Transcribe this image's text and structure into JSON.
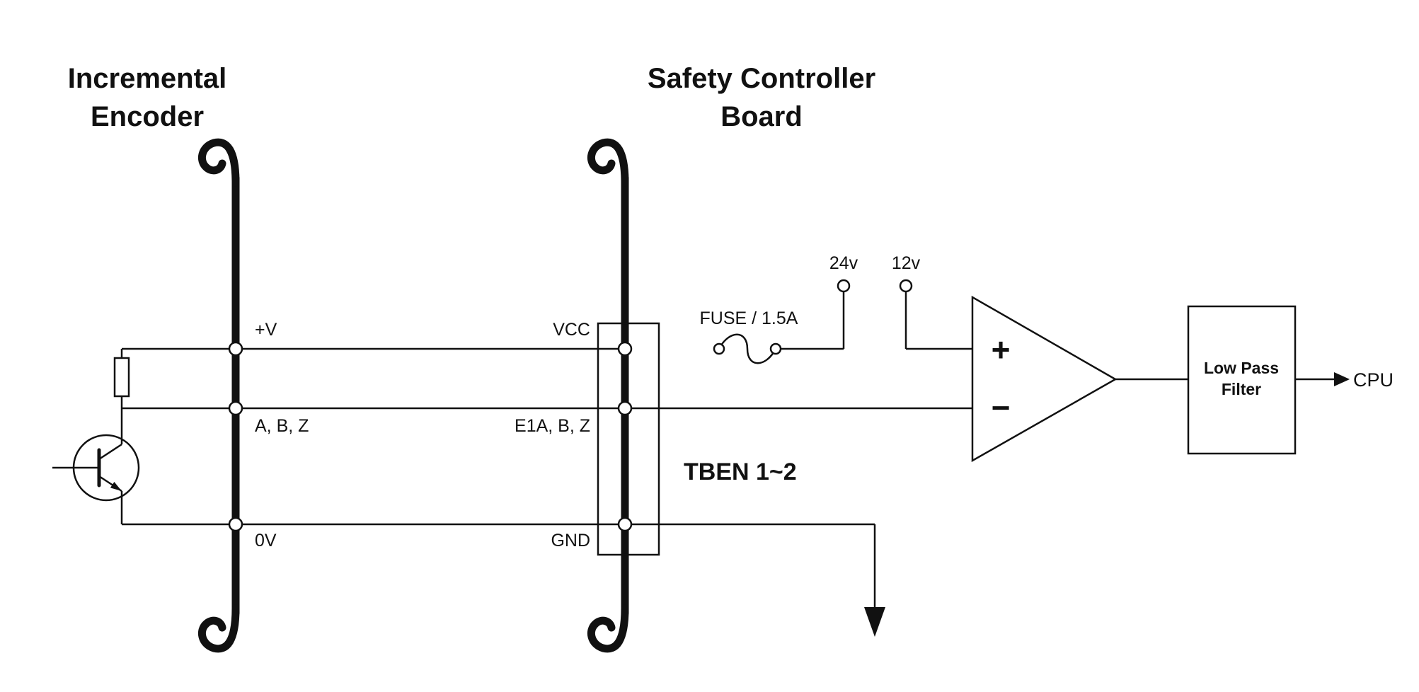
{
  "diagram": {
    "encoder": {
      "title_line1": "Incremental",
      "title_line2": "Encoder",
      "pins": {
        "power": "+V",
        "signals": "A, B, Z",
        "ground": "0V"
      }
    },
    "controller": {
      "title_line1": "Safety Controller",
      "title_line2": "Board",
      "pins": {
        "power": "VCC",
        "signals": "E1A, B, Z",
        "ground": "GND"
      },
      "terminal_block": "TBEN 1~2"
    },
    "power": {
      "fuse_label": "FUSE / 1.5A",
      "v24_label": "24v",
      "v12_label": "12v"
    },
    "comparator": {
      "plus": "+",
      "minus": "−"
    },
    "filter": {
      "line1": "Low Pass",
      "line2": "Filter"
    },
    "cpu_label": "CPU",
    "colors": {
      "ink": "#111111",
      "background": "#ffffff"
    }
  }
}
